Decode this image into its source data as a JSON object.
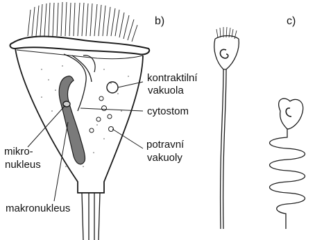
{
  "panel_labels": {
    "b": "b)",
    "c": "c)"
  },
  "labels": {
    "contractile_vacuole_1": "kontraktilní",
    "contractile_vacuole_2": "vakuola",
    "cytostome": "cytostom",
    "food_vacuoles_1": "potravní",
    "food_vacuoles_2": "vakuoly",
    "micronucleus_1": "mikro-",
    "micronucleus_2": "nukleus",
    "macronucleus": "makronukleus"
  }
}
